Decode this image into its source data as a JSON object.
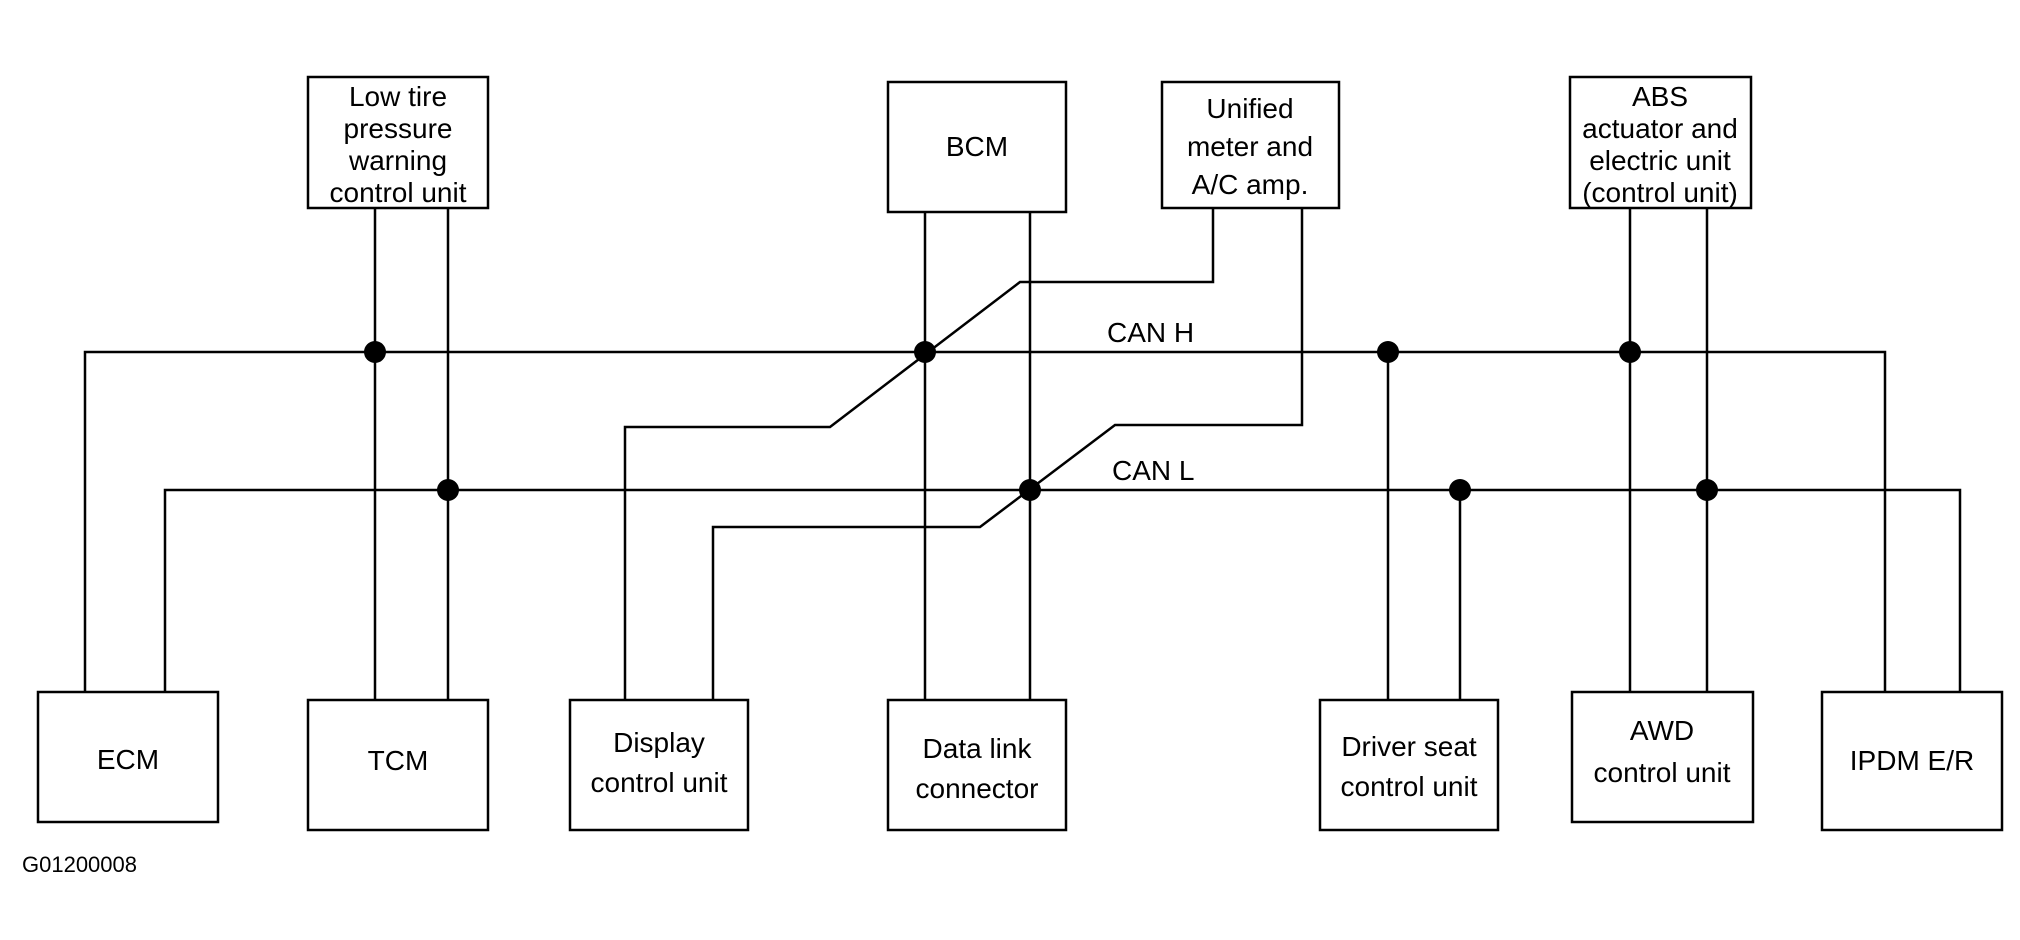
{
  "figure_code": "G01200008",
  "buses": {
    "can_h": "CAN H",
    "can_l": "CAN L"
  },
  "units": {
    "low_tire": [
      "Low tire",
      "pressure",
      "warning",
      "control unit"
    ],
    "bcm": [
      "BCM"
    ],
    "unified_meter": [
      "Unified",
      "meter and",
      "A/C amp."
    ],
    "abs": [
      "ABS",
      "actuator and",
      "electric unit",
      "(control unit)"
    ],
    "ecm": [
      "ECM"
    ],
    "tcm": [
      "TCM"
    ],
    "display": [
      "Display",
      "control unit"
    ],
    "dlc": [
      "Data link",
      "connector"
    ],
    "driver_seat": [
      "Driver seat",
      "control unit"
    ],
    "awd": [
      "AWD",
      "control unit"
    ],
    "ipdm": [
      "IPDM E/R"
    ]
  }
}
